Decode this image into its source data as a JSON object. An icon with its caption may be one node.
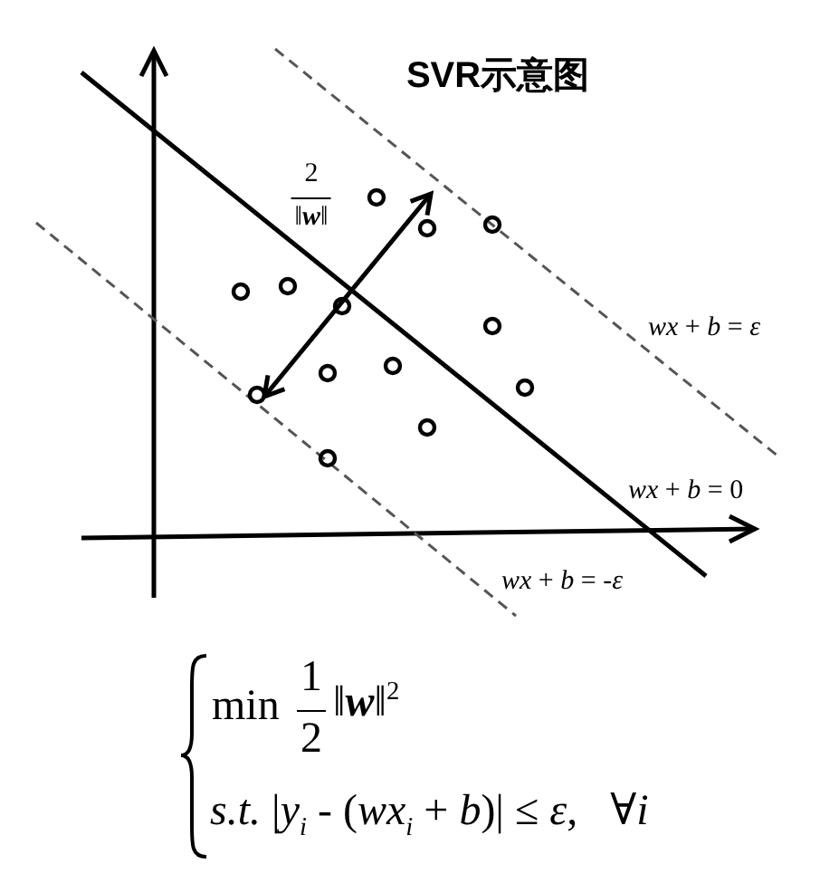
{
  "diagram": {
    "title": "SVR示意图",
    "labels": [
      "2",
      "‖**w**‖",
      "*wx* + *b* = *ε*",
      "*wx* + *b* = 0",
      "*wx* + *b* = -*ε*",
      "min",
      "1",
      "2",
      "‖**w**‖$^{2}$",
      "*s.t.* |*y*$_{i}$ - (*wx*$_{i}$ + *b*)| ≤ *ε*,   ∀*i*"
    ]
  }
}
